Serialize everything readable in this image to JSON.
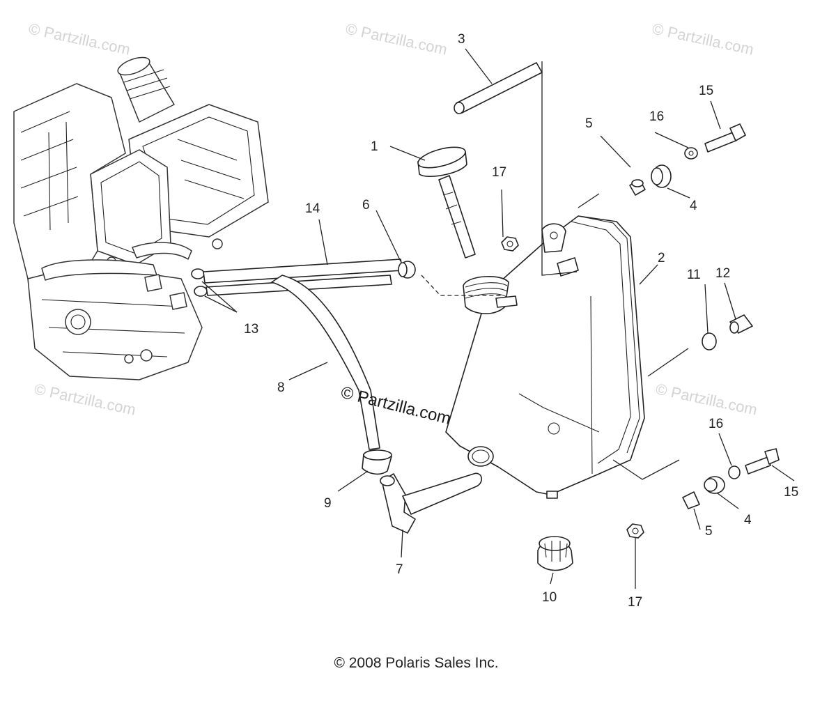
{
  "watermarks": [
    "© Partzilla.com",
    "© Partzilla.com",
    "© Partzilla.com",
    "© Partzilla.com",
    "© Partzilla.com"
  ],
  "center_watermark": "© Partzilla.com",
  "callouts": [
    "1",
    "2",
    "3",
    "4",
    "4",
    "5",
    "5",
    "6",
    "7",
    "8",
    "9",
    "10",
    "11",
    "12",
    "13",
    "14",
    "15",
    "15",
    "16",
    "16",
    "17",
    "17"
  ],
  "copyright": "© 2008 Polaris Sales Inc."
}
